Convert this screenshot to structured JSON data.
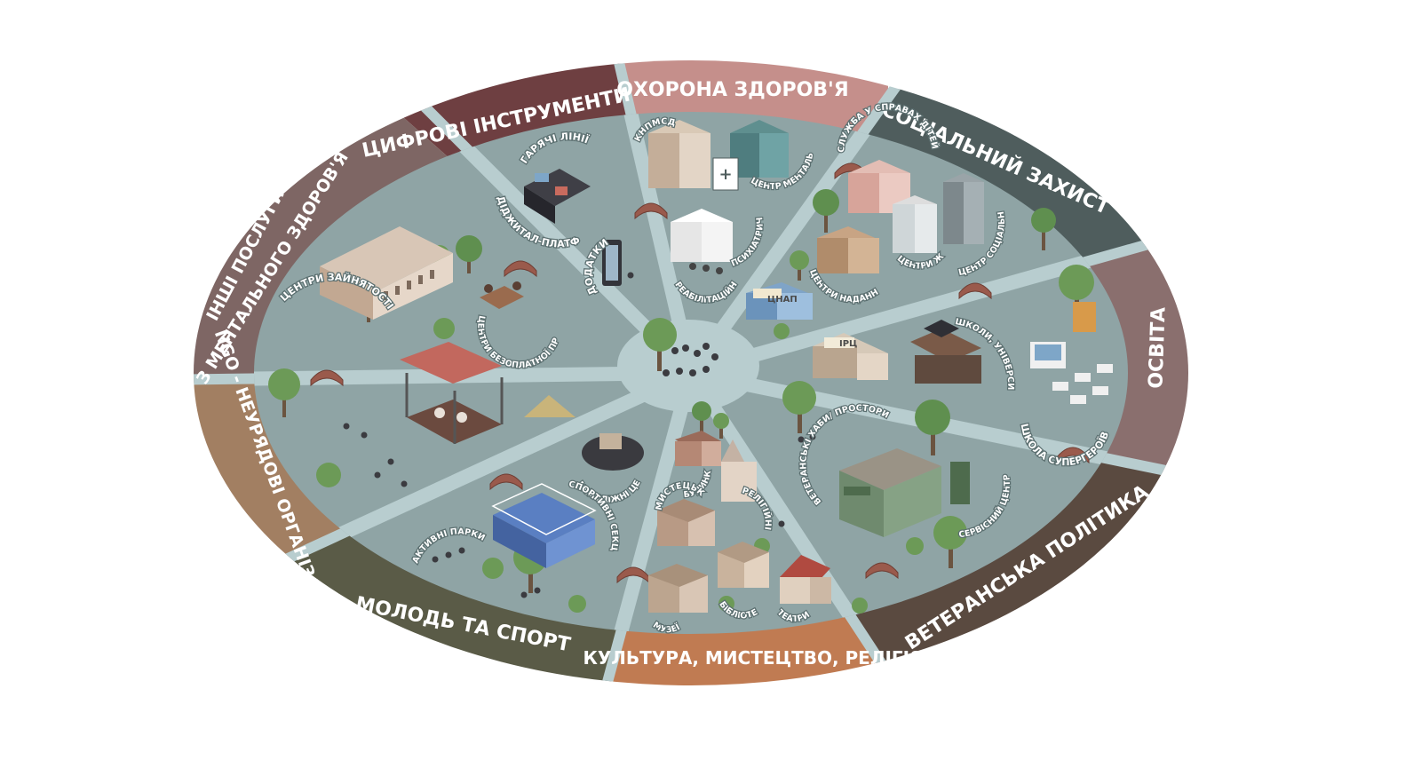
{
  "colors": {
    "background": "#ffffff",
    "inner_field": "#8fa4a5",
    "roads": "#b8cdcf",
    "label_text": "#ffffff"
  },
  "sectors": [
    {
      "id": "tsyfrovi",
      "title": "ЦИФРОВІ ІНСТРУМЕНТИ",
      "color": "#6e3f41"
    },
    {
      "id": "okhorona",
      "title": "ОХОРОНА ЗДОРОВ'Я",
      "color": "#c58f8b"
    },
    {
      "id": "sotsialnyi",
      "title": "СОЦІАЛЬНИЙ ЗАХИСТ",
      "color": "#4f5d5d"
    },
    {
      "id": "osvita",
      "title": "ОСВІТА",
      "color": "#8a6f6e"
    },
    {
      "id": "veteranska",
      "title": "ВЕТЕРАНСЬКА ПОЛІТИКА",
      "color": "#5a4a40"
    },
    {
      "id": "kultura",
      "title": "КУЛЬТУРА, МИСТЕЦТВО, РЕЛІГІЯ",
      "color": "#c07b52"
    },
    {
      "id": "molod",
      "title": "МОЛОДЬ ТА СПОРТ",
      "color": "#5a5b47"
    },
    {
      "id": "ngo",
      "title": "NGO - НЕУРЯДОВІ ОРГАНІЗАЦІЇ",
      "color": "#a27f62"
    },
    {
      "id": "inshi",
      "title_line1": "ІНШІ ПОСЛУГИ",
      "title_line2": "З МЕНТАЛЬНОГО ЗДОРОВ'Я",
      "color": "#7e6664"
    }
  ],
  "labels": {
    "hot_lines": "ГАРЯЧІ ЛІНІЇ",
    "digital_platforms": "ДІДЖИТАЛ-ПЛАТФОРМИ",
    "apps": "ДОДАТКИ",
    "knpmsd": "КНПМСД",
    "mental_health_center": "ЦЕНТР МЕНТАЛЬНОГО ЗДОРОВ'Я",
    "psychiatric_dept": "ПСИХІАТРИЧНІ ВІДДІЛЕННЯ",
    "rehab_center": "РЕАБІЛІТАЦІЙНИЙ ЦЕНТР",
    "children_service": "СЛУЖБА У СПРАВАХ ДІТЕЙ",
    "resilience_centers": "ЦЕНТРИ ЖИТТЄСТІЙКОСТІ",
    "social_services_centers": "ЦЕНТРИ НАДАННЯ СОЦІАЛЬНИХ СЛУЖБ",
    "psych_rehab_center": "ЦЕНТР СОЦІАЛЬНО-ПСИХОЛОГІЧНОЇ РЕАБІЛІТАЦІЇ",
    "tsnap": "ЦНАП",
    "schools_unis": "ШКОЛИ, УНІВЕРСИТЕТИ, ІНСТИТУТИ",
    "ird": "ІРЦ",
    "superhero_school": "ШКОЛА СУПЕРГЕРОЇВ",
    "veteran_hubs": "ВЕТЕРАНСЬКІ ХАБИ/ ПРОСТОРИ",
    "veteran_service_center": "СЕРВІСНИЙ ЦЕНТР ВЕТЕРАНІВ",
    "culture_houses": "БУДИНКИ КУЛЬТУРИ",
    "art_schools": "МИСТЕЦЬКІ ШКОЛИ",
    "religious_orgs": "РЕЛІГІЙНІ ОРГАНІЗАЦІЇ",
    "museums": "МУЗЕЇ",
    "libraries": "БІБЛІОТЕКИ",
    "theatres": "ТЕАТРИ",
    "youth_centers": "МОЛОДІЖНІ ЦЕНТРИ",
    "sport_sections": "СПОРТИВНІ СЕКЦІЇ",
    "active_parks": "АКТИВНІ ПАРКИ",
    "employment_centers": "ЦЕНТРИ ЗАЙНЯТОСТІ",
    "legal_aid": "ЦЕНТРИ БЕЗОПЛАТНОЇ ПРАВНИЧОЇ ДОПОМОГИ"
  }
}
